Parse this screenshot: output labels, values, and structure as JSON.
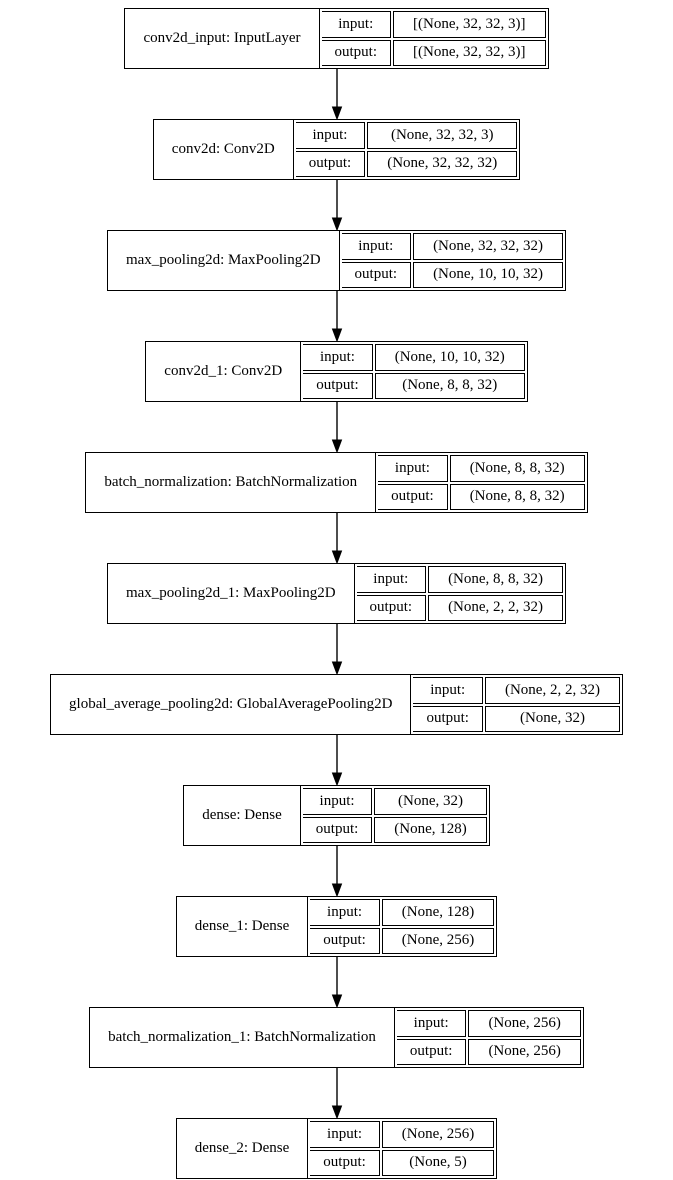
{
  "diagram": {
    "io_labels": {
      "input": "input:",
      "output": "output:"
    },
    "connector_icon": "arrow-down",
    "colors": {
      "border": "#000000",
      "background": "#ffffff",
      "text": "#000000",
      "arrow": "#000000"
    },
    "layers": [
      {
        "name": "conv2d_input: InputLayer",
        "input": "[(None, 32, 32, 3)]",
        "output": "[(None, 32, 32, 3)]"
      },
      {
        "name": "conv2d: Conv2D",
        "input": "(None, 32, 32, 3)",
        "output": "(None, 32, 32, 32)"
      },
      {
        "name": "max_pooling2d: MaxPooling2D",
        "input": "(None, 32, 32, 32)",
        "output": "(None, 10, 10, 32)"
      },
      {
        "name": "conv2d_1: Conv2D",
        "input": "(None, 10, 10, 32)",
        "output": "(None, 8, 8, 32)"
      },
      {
        "name": "batch_normalization: BatchNormalization",
        "input": "(None, 8, 8, 32)",
        "output": "(None, 8, 8, 32)"
      },
      {
        "name": "max_pooling2d_1: MaxPooling2D",
        "input": "(None, 8, 8, 32)",
        "output": "(None, 2, 2, 32)"
      },
      {
        "name": "global_average_pooling2d: GlobalAveragePooling2D",
        "input": "(None, 2, 2, 32)",
        "output": "(None, 32)"
      },
      {
        "name": "dense: Dense",
        "input": "(None, 32)",
        "output": "(None, 128)"
      },
      {
        "name": "dense_1: Dense",
        "input": "(None, 128)",
        "output": "(None, 256)"
      },
      {
        "name": "batch_normalization_1: BatchNormalization",
        "input": "(None, 256)",
        "output": "(None, 256)"
      },
      {
        "name": "dense_2: Dense",
        "input": "(None, 256)",
        "output": "(None, 5)"
      }
    ]
  }
}
